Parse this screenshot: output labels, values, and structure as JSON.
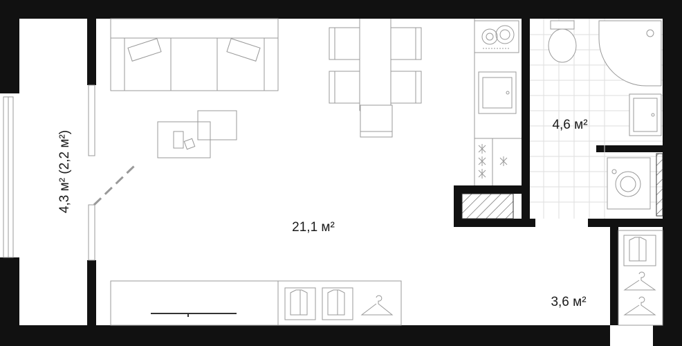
{
  "rooms": {
    "living": {
      "area": "21,1 м²"
    },
    "bathroom": {
      "area": "4,6 м²"
    },
    "hall": {
      "area": "3,6 м²"
    },
    "balcony": {
      "area": "4,3 м² (2,2 м²)"
    }
  },
  "colors": {
    "wall": "#111111",
    "line": "#999999",
    "dark_line": "#333333",
    "background": "#ffffff"
  }
}
